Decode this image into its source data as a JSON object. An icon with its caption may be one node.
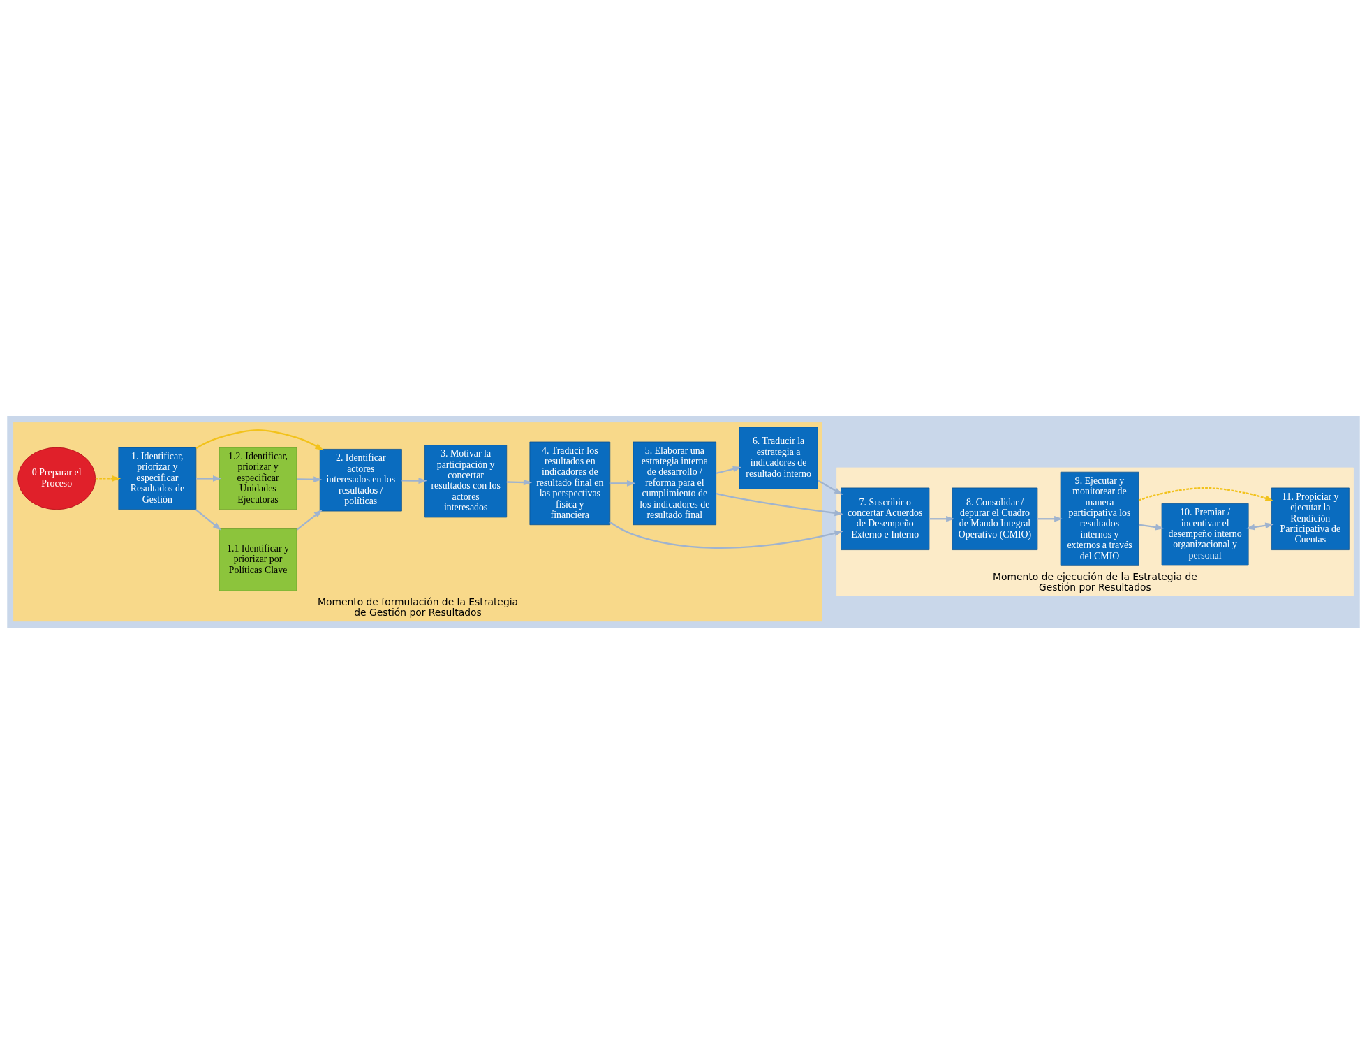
{
  "diagram": {
    "nodes": [
      {
        "text": [
          "Momento de formulación de la Estrategia de Gestión por Resultados"
        ]
      },
      {
        "text": [
          "Momento de ejecución de la Estrategia de Gestión por Resultados"
        ]
      },
      {
        "text": [
          "0 Preparar el Proceso"
        ],
        "in": 0
      },
      {
        "text": [
          "1. Identificar, priorizar y especificar Resultados de Gestión"
        ],
        "in": 0
      },
      {
        "text": [
          "1.1 Identificar y priorizar por Políticas Clave"
        ],
        "in": 0
      },
      {
        "text": [
          "1.2. Identificar, priorizar y especificar Unidades Ejecutoras"
        ],
        "in": 0
      },
      {
        "text": [
          "2. Identificar actores interesados en los resultados / políticas"
        ],
        "in": 0
      },
      {
        "text": [
          "3. Motivar la participación y concertar resultados con los actores interesados"
        ],
        "in": 0
      },
      {
        "text": [
          "4. Traducir los resultados en indicadores de resultado final en las perspectivas física y financiera"
        ],
        "in": 0
      },
      {
        "text": [
          "5. Elaborar una estrategia interna de desarrollo / reforma para el cumplimiento de los indicadores de resultado final"
        ],
        "in": 0
      },
      {
        "text": [
          "6. Traducir la estrategia a indicadores de resultado interno"
        ],
        "in": 0
      },
      {
        "text": [
          "7. Suscribir o concertar Acuerdos de Desempeño Externo e Interno"
        ],
        "in": 1
      },
      {
        "text": [
          "8. Consolidar / depurar el Cuadro de Mando Integral Operativo (CMIO)"
        ],
        "in": 1
      },
      {
        "text": [
          "9. Ejecutar y monitorear de manera participativa los resultados internos y externos a través del CMIO"
        ],
        "in": 1
      },
      {
        "text": [
          "10. Premiar / incentivar el desempeño interno organizacional y personal"
        ],
        "in": 1
      },
      {
        "text": [
          "11. Propiciar y ejecutar la Rendición Participativa de Cuentas"
        ],
        "in": 1
      }
    ],
    "edges": [
      {
        "from": 2,
        "to": 3,
        "arrow": "to",
        "style": "dashed",
        "color": "#f2c21b"
      },
      {
        "from": 3,
        "to": 4,
        "arrow": "to"
      },
      {
        "from": 3,
        "to": 5,
        "arrow": "to"
      },
      {
        "from": 3,
        "to": 6,
        "arrow": "to",
        "color": "#f2c21b"
      },
      {
        "from": 4,
        "to": 6,
        "arrow": "to"
      },
      {
        "from": 5,
        "to": 6,
        "arrow": "to"
      },
      {
        "from": 6,
        "to": 7,
        "arrow": "to"
      },
      {
        "from": 7,
        "to": 8,
        "arrow": "to"
      },
      {
        "from": 8,
        "to": 9,
        "arrow": "to"
      },
      {
        "from": 8,
        "to": 11,
        "arrow": "to"
      },
      {
        "from": 9,
        "to": 10,
        "arrow": "to"
      },
      {
        "from": 9,
        "to": 11,
        "arrow": "to"
      },
      {
        "from": 10,
        "to": 11,
        "arrow": "to"
      },
      {
        "from": 11,
        "to": 12,
        "arrow": "to"
      },
      {
        "from": 12,
        "to": 13,
        "arrow": "to"
      },
      {
        "from": 13,
        "to": 14,
        "arrow": "to"
      },
      {
        "from": 13,
        "to": 15,
        "arrow": "to",
        "style": "dashed",
        "color": "#f2c21b"
      },
      {
        "from": 14,
        "to": 15,
        "arrow": "both"
      }
    ]
  }
}
